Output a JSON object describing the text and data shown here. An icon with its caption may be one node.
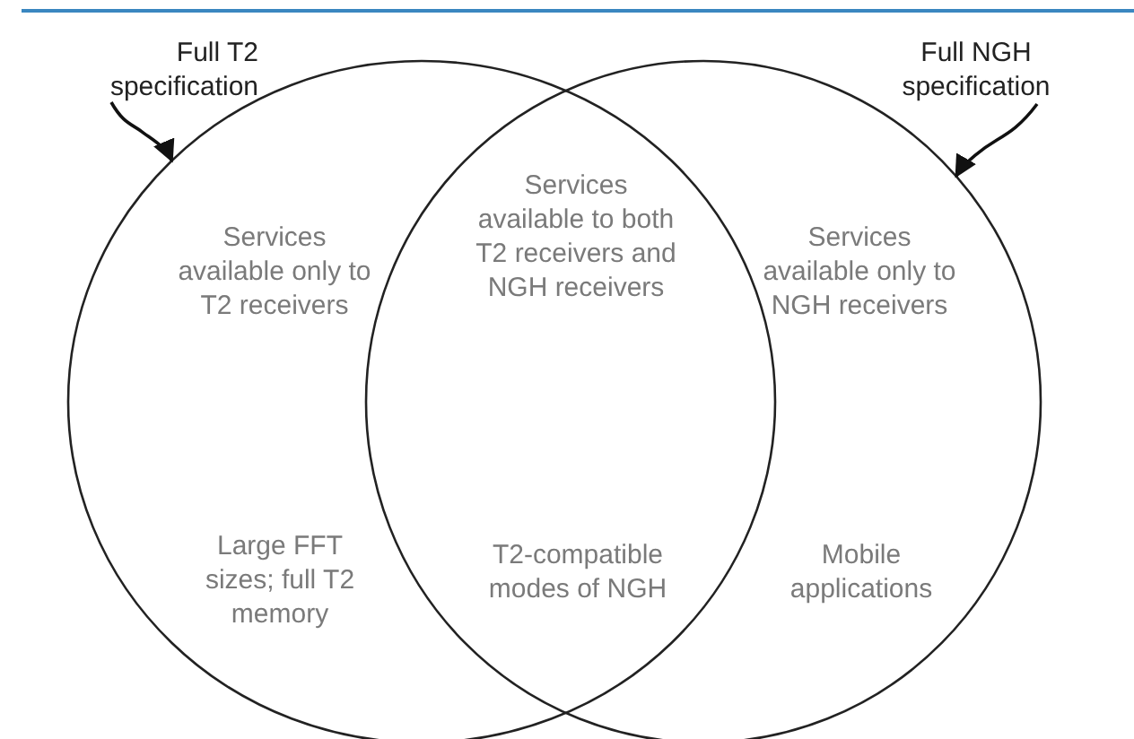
{
  "diagram": {
    "nodes": [
      {
        "text": [
          "Full T2 specification"
        ]
      },
      {
        "text": [],
        "shape": "circle"
      },
      {
        "text": [
          "Full NGH specification"
        ]
      },
      {
        "text": [],
        "shape": "circle"
      }
    ],
    "edges": [
      {
        "from": 0,
        "to": 1,
        "arrow": "to"
      },
      {
        "from": 2,
        "to": 3,
        "arrow": "to"
      }
    ],
    "labels": [
      "Services available only to T2 receivers",
      "Services available to both T2 receivers and NGH receivers",
      "Services available only to NGH receivers",
      "Large FFT sizes; full T2 memory",
      "T2-compatible modes of NGH",
      "Mobile applications"
    ]
  }
}
